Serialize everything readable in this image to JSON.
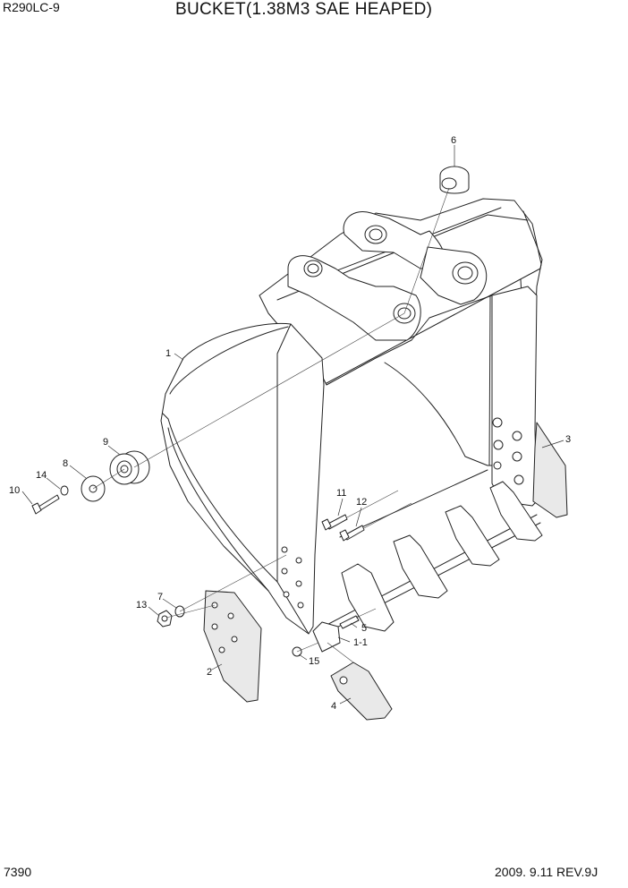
{
  "header": {
    "model": "R290LC-9",
    "title": "BUCKET(1.38M3 SAE HEAPED)"
  },
  "footer": {
    "page_number": "7390",
    "revision": "2009. 9.11  REV.9J"
  },
  "callouts": {
    "c1": "1",
    "c1_1": "1-1",
    "c2": "2",
    "c3": "3",
    "c4": "4",
    "c5": "5",
    "c6": "6",
    "c7": "7",
    "c8": "8",
    "c9": "9",
    "c10": "10",
    "c11": "11",
    "c12": "12",
    "c13": "13",
    "c14": "14",
    "c15": "15"
  }
}
